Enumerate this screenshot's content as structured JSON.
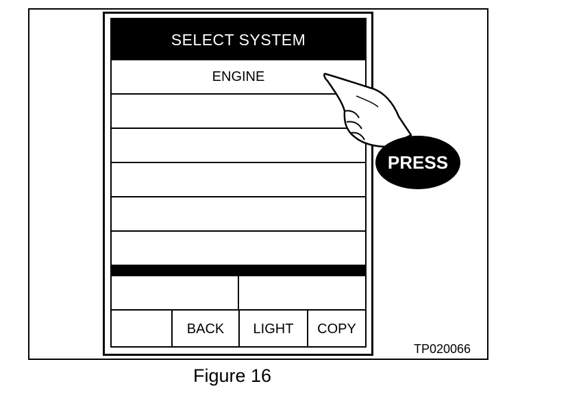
{
  "screen": {
    "title": "SELECT SYSTEM",
    "items": [
      "ENGINE",
      "",
      "",
      "",
      "",
      ""
    ]
  },
  "buttons": [
    "",
    "BACK",
    "LIGHT",
    "COPY"
  ],
  "callout": {
    "label": "PRESS",
    "icon": "pointing-hand-icon"
  },
  "figure": {
    "code": "TP020066",
    "caption": "Figure 16"
  },
  "colors": {
    "ink": "#000000",
    "paper": "#ffffff"
  }
}
